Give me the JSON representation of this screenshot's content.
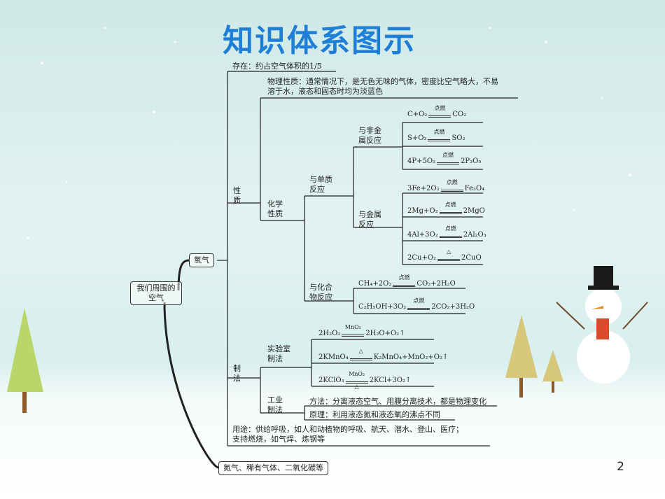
{
  "title": "知识体系图示",
  "page_number": "2",
  "root": "我们周围的空气",
  "oxygen": "氧气",
  "others": "氮气、稀有气体、二氧化碳等",
  "existence": "存在：约占空气体积的1/5",
  "properties": "性质",
  "physical": "物理性质：通常情况下，是无色无味的气体，密度比空气略大，不易",
  "physical2": "溶于水，液态和固态时均为淡蓝色",
  "chemical": "化学性质",
  "with_element": "与单质反应",
  "with_nonmetal": "与非金属反应",
  "with_metal": "与金属反应",
  "with_compound": "与化合物反应",
  "preparation": "制法",
  "lab": "实验室制法",
  "industry": "工业制法",
  "method": "方法：分离液态空气、用膜分离技术，都是物理变化",
  "principle": "原理：利用液态氮和液态氧的沸点不同",
  "uses": "用途：供给呼吸，如人和动植物的呼吸、航天、潜水、登山、医疗；",
  "uses2": "支持燃烧，如气焊、炼钢等",
  "cond_ignite": "点燃",
  "cond_heat": "△",
  "cond_mno2": "MnO₂",
  "eqs": {
    "c": [
      "C+O₂",
      "CO₂"
    ],
    "s": [
      "S+O₂",
      "SO₂"
    ],
    "p": [
      "4P+5O₂",
      "2P₂O₅"
    ],
    "fe": [
      "3Fe+2O₂",
      "Fe₃O₄"
    ],
    "mg": [
      "2Mg+O₂",
      "2MgO"
    ],
    "al": [
      "4Al+3O₂",
      "2Al₂O₃"
    ],
    "cu": [
      "2Cu+O₂",
      "2CuO"
    ],
    "ch4": [
      "CH₄+2O₂",
      "CO₂+2H₂O"
    ],
    "eth": [
      "C₂H₅OH+3O₂",
      "2CO₂+3H₂O"
    ],
    "h2o2": [
      "2H₂O₂",
      "2H₂O+O₂↑"
    ],
    "kmno4": [
      "2KMnO₄",
      "K₂MnO₄+MnO₂+O₂↑"
    ],
    "kclo3": [
      "2KClO₃",
      "2KCl+3O₂↑"
    ]
  }
}
